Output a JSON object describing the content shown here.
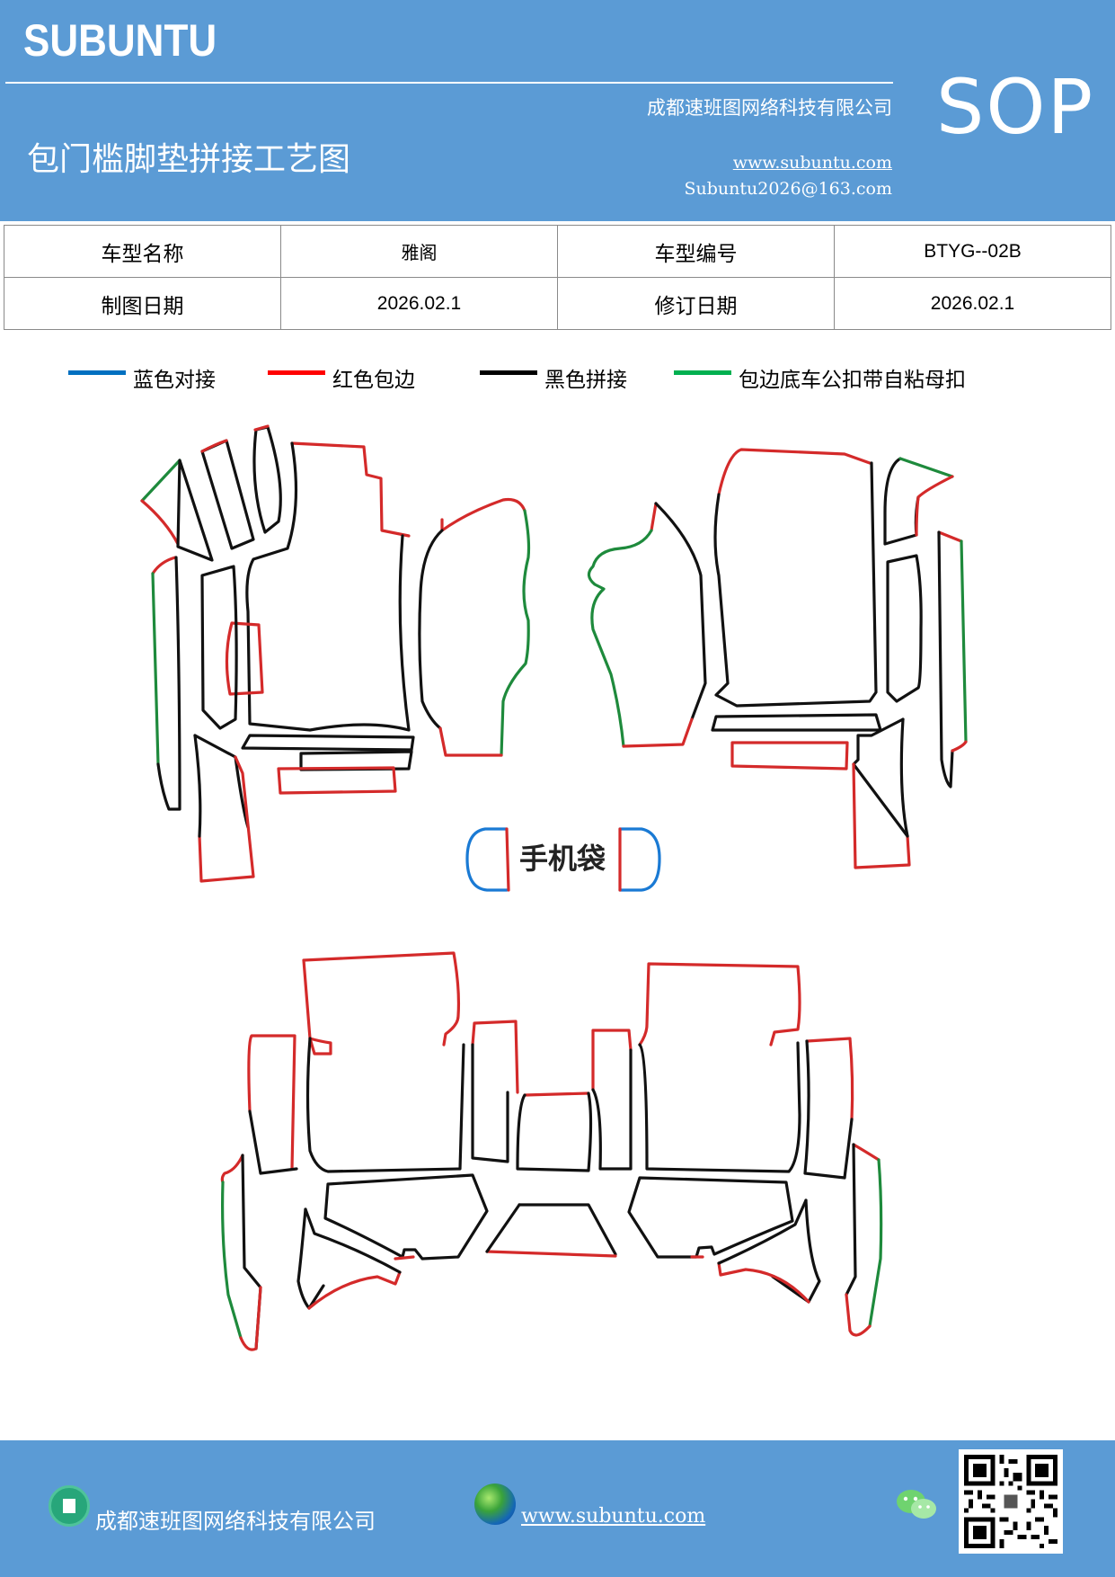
{
  "header": {
    "brand": "SUBUNTU",
    "company": "成都速班图网络科技有限公司",
    "title": "包门槛脚垫拼接工艺图",
    "website": "www.subuntu.com",
    "email": "Subuntu2026@163.com",
    "badge": "SOP"
  },
  "info_table": {
    "rows": [
      [
        {
          "label": "车型名称",
          "value": "雅阁"
        },
        {
          "label": "车型编号",
          "value": "BTYG--02B"
        }
      ],
      [
        {
          "label": "制图日期",
          "value": "2026.02.1"
        },
        {
          "label": "修订日期",
          "value": "2026.02.1"
        }
      ]
    ]
  },
  "legend": [
    {
      "label": "蓝色对接",
      "color": "#0070c0"
    },
    {
      "label": "红色包边",
      "color": "#ff0000"
    },
    {
      "label": "黑色拼接",
      "color": "#000000"
    },
    {
      "label": "包边底车公扣带自粘母扣",
      "color": "#00b050"
    }
  ],
  "diagram": {
    "phone_pocket_label": "手机袋",
    "colors": {
      "blue": "#1a7ad4",
      "red": "#d42a2a",
      "black": "#111111",
      "green": "#1e8a3c"
    }
  },
  "footer": {
    "company": "成都速班图网络科技有限公司",
    "website": "www.subuntu.com",
    "icons": [
      "company-icon",
      "globe-icon",
      "wechat-icon",
      "qr-code"
    ]
  }
}
